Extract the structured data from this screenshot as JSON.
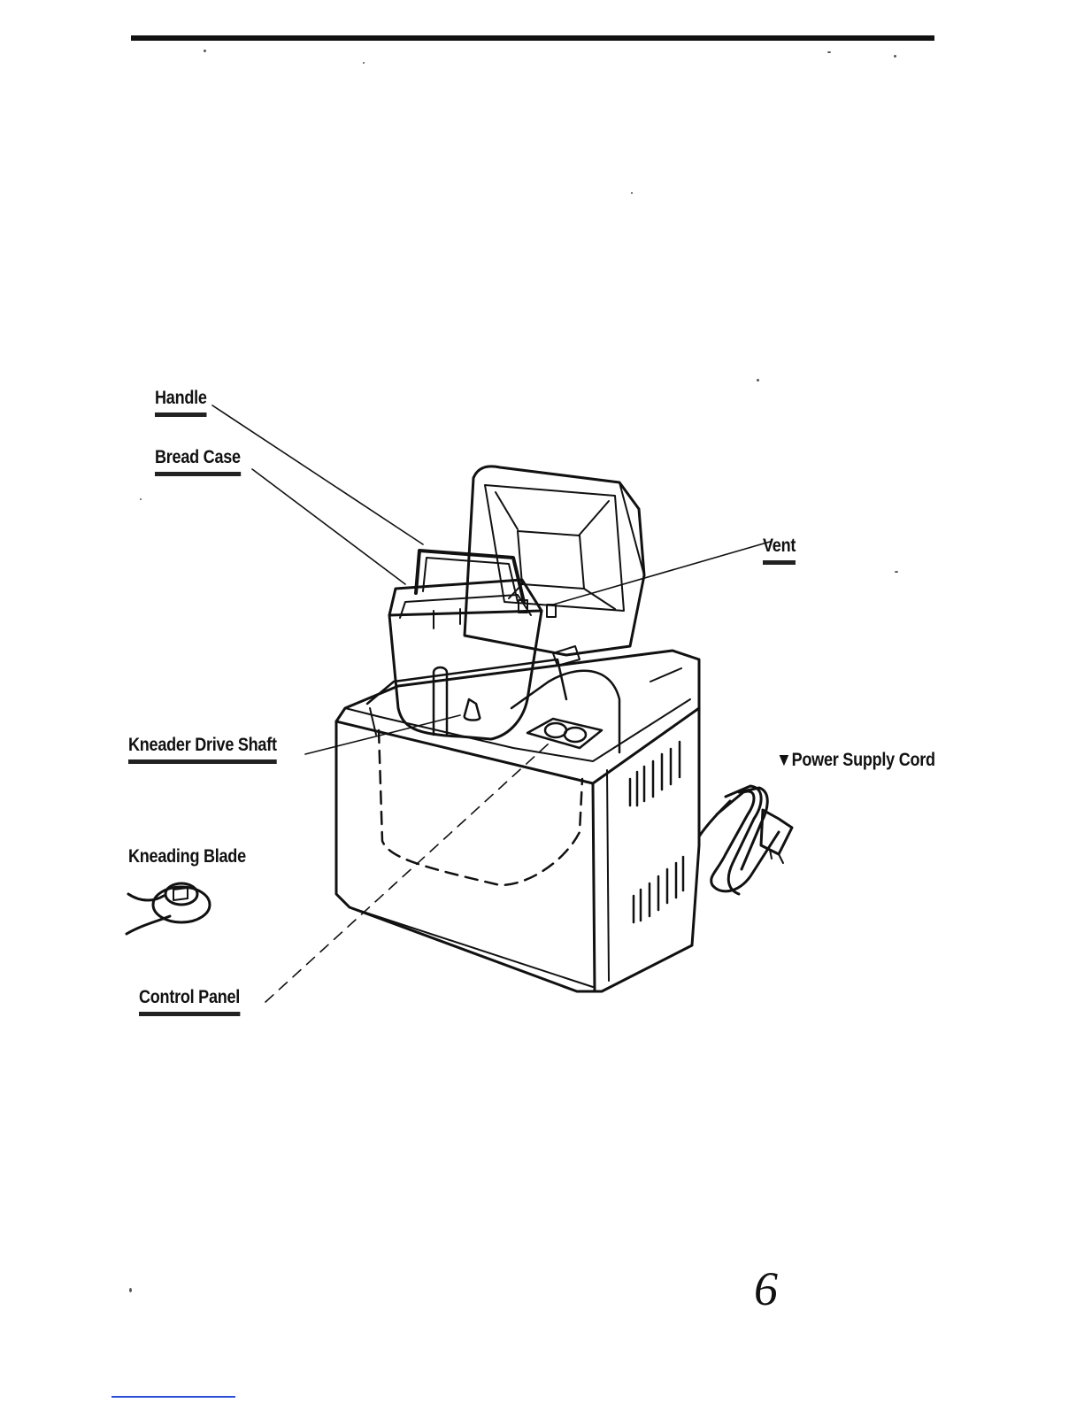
{
  "labels": {
    "handle": "Handle",
    "bread_case": "Bread Case",
    "vent": "Vent",
    "kneader_drive_shaft": "Kneader Drive Shaft",
    "power_supply_cord": "▼Power Supply Cord",
    "kneading_blade": "Kneading Blade",
    "control_panel": "Control Panel"
  },
  "page_number": "6"
}
